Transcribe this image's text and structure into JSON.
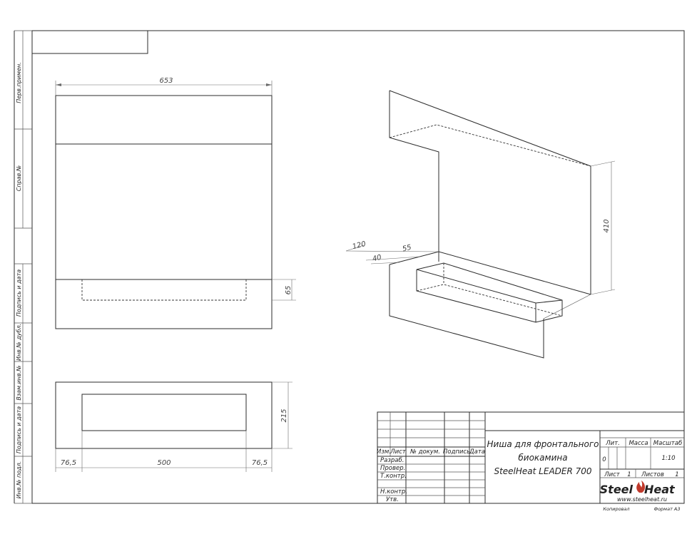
{
  "dimensions": {
    "front_width": "653",
    "front_lower": "65",
    "iso_height": "410",
    "iso_depth_total": "120",
    "iso_depth_mid": "55",
    "iso_depth_small": "40",
    "top_depth": "215",
    "top_left": "76,5",
    "top_mid": "500",
    "top_right": "76,5"
  },
  "side_stamp": {
    "perv_primen": "Перв.примен.",
    "sprav_no": "Справ.№",
    "podp_data_1": "Подпись и дата",
    "inv_dubl": "Инв.№ дубл.",
    "vzam_inv": "Взам.инв.№",
    "podp_data_2": "Подпись и дата",
    "inv_podl": "Инв.№ подл."
  },
  "title_block": {
    "col_izm": "Изм.",
    "col_list": "Лист",
    "col_doc": "№ докум.",
    "col_podp": "Подпись",
    "col_data": "Дата",
    "razrab": "Разраб.",
    "prover": "Провер.",
    "tkontr": "Т.контр.",
    "nkontr": "Н.контр.",
    "utv": "Утв.",
    "title_line1": "Ниша для фронтального",
    "title_line2": "биокамина",
    "title_line3": "SteelHeat LEADER 700",
    "lit_label": "Лит.",
    "massa_label": "Масса",
    "masshtab_label": "Масштаб",
    "lit_value": "0",
    "masshtab_value": "1:10",
    "sheet_label": "Лист",
    "sheet_value": "1",
    "sheets_label": "Листов",
    "sheets_value": "1",
    "logo_left": "Steel",
    "logo_right": "Heat",
    "website": "www.steelheat.ru",
    "copied": "Копировал",
    "format": "Формат А3"
  },
  "colors": {
    "line": "#2b2b2b",
    "flame": "#c0392b"
  }
}
